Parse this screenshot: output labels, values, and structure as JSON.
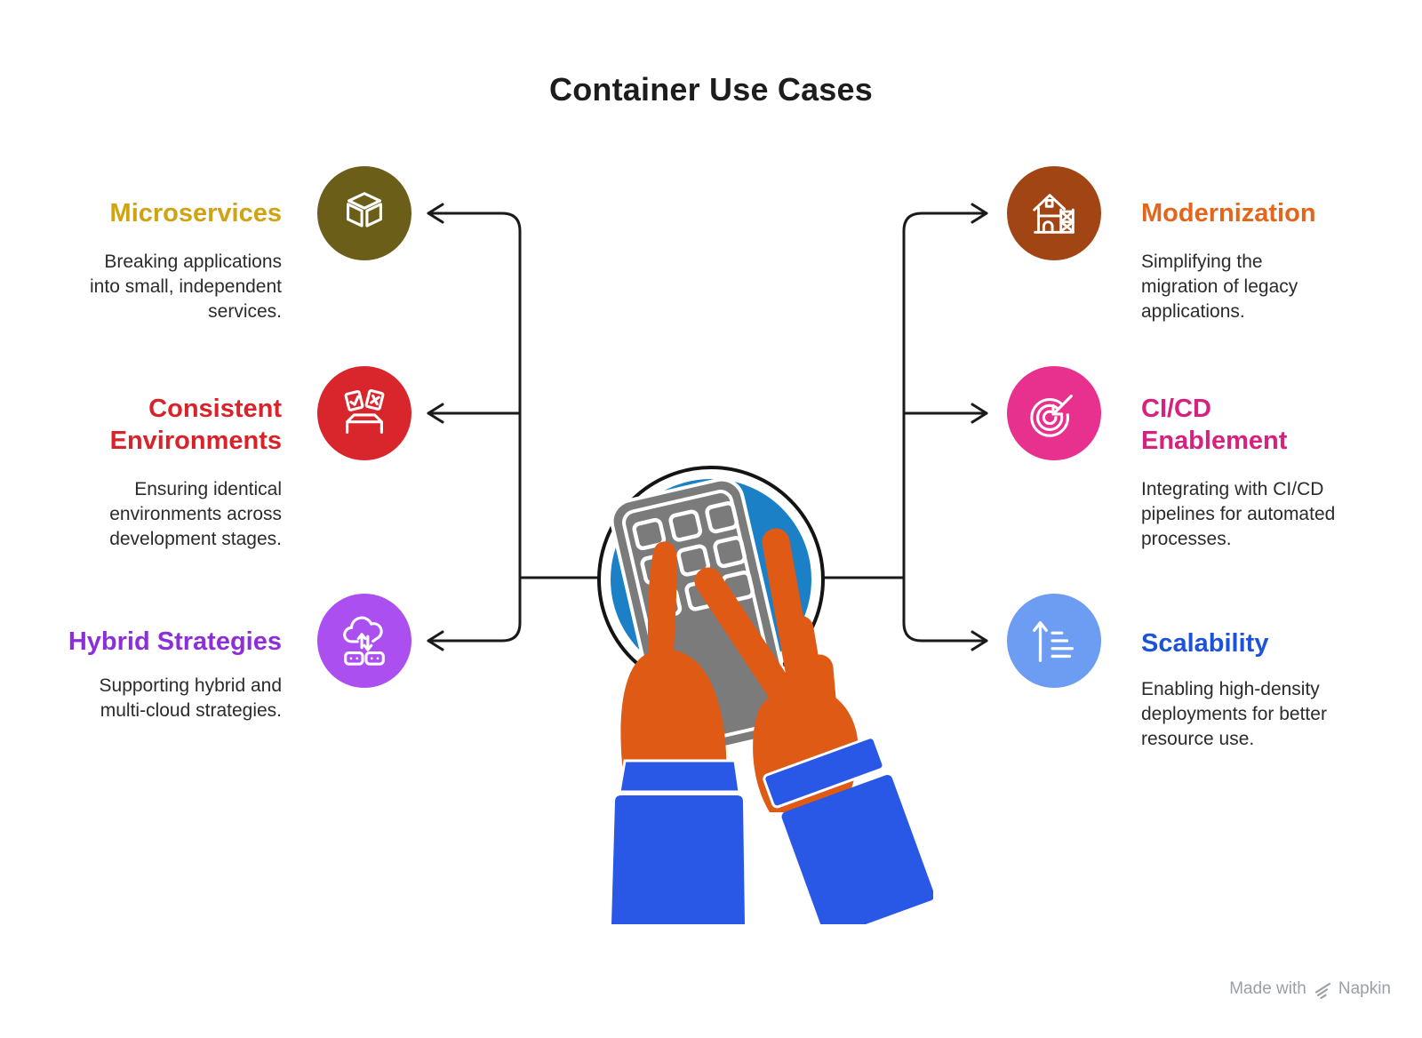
{
  "title": "Container Use Cases",
  "sections": [
    {
      "heading": "Microservices",
      "description": "Breaking applications\ninto small, independent\nservices.",
      "heading_color": "#d0a312",
      "circle_color": "#6b5e18",
      "icon": "cube-icon",
      "side": "left"
    },
    {
      "heading": "Consistent\nEnvironments",
      "description": "Ensuring identical\nenvironments across\ndevelopment stages.",
      "heading_color": "#d8232a",
      "circle_color": "#d8262c",
      "icon": "checklist-table-icon",
      "side": "left"
    },
    {
      "heading": "Hybrid Strategies",
      "description": "Supporting hybrid and\nmulti-cloud strategies.",
      "heading_color": "#8c2fd9",
      "circle_color": "#ab4ff0",
      "icon": "cloud-sync-icon",
      "side": "left"
    },
    {
      "heading": "Modernization",
      "description": "Simplifying the\nmigration of legacy\napplications.",
      "heading_color": "#e2661b",
      "circle_color": "#a04513",
      "icon": "house-scaffold-icon",
      "side": "right"
    },
    {
      "heading": "CI/CD\nEnablement",
      "description": "Integrating with CI/CD\npipelines for automated\nprocesses.",
      "heading_color": "#d6217f",
      "circle_color": "#e8308e",
      "icon": "target-arrow-icon",
      "side": "right"
    },
    {
      "heading": "Scalability",
      "description": "Enabling high-density\ndeployments for better\nresource use.",
      "heading_color": "#1d53d8",
      "circle_color": "#6d9cf3",
      "icon": "growth-arrow-icon",
      "side": "right"
    }
  ],
  "center_illustration": {
    "name": "hands-using-calculator",
    "circle_color": "#1b80c5",
    "device_color": "#7b7b7b",
    "hand_color": "#de5a15",
    "sleeve_color": "#2a58e6",
    "connector_color": "#1a1a1a"
  },
  "footer": {
    "made_with": "Made with",
    "brand": "Napkin"
  }
}
